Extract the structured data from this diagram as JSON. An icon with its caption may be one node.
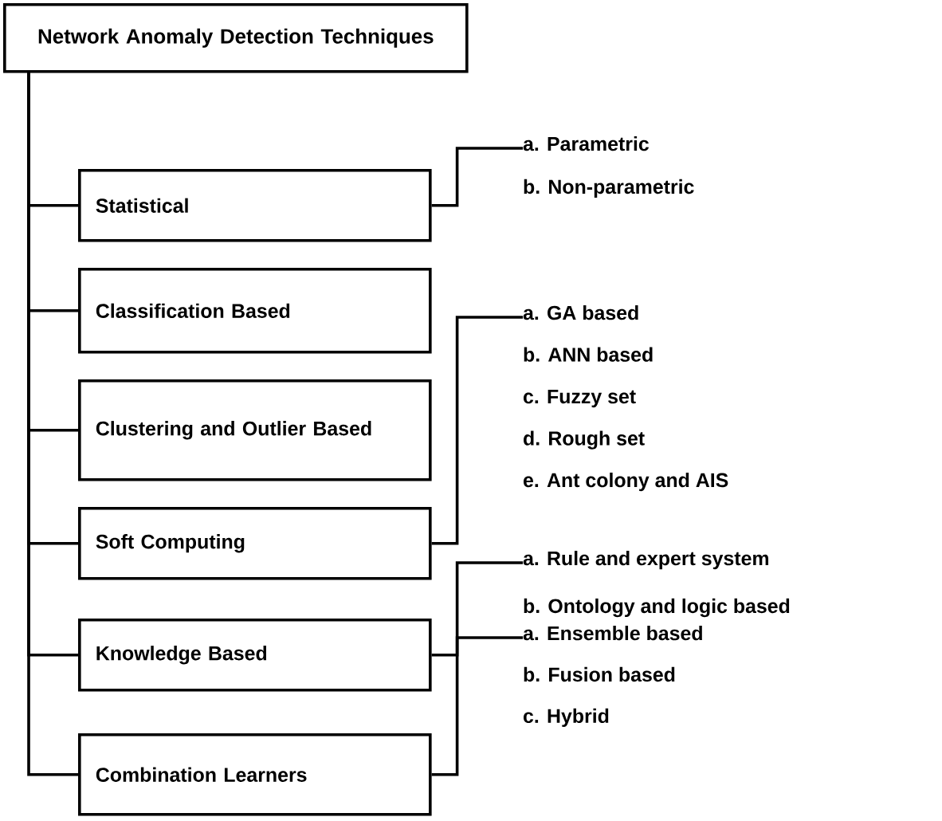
{
  "diagram": {
    "nodes": [
      {
        "text": [
          "Network Anomaly Detection Techniques"
        ]
      },
      {
        "text": [
          "Statistical"
        ]
      },
      {
        "text": [
          "Classification Based"
        ]
      },
      {
        "text": [
          "Clustering and Outlier Based"
        ]
      },
      {
        "text": [
          "Soft Computing"
        ]
      },
      {
        "text": [
          "Knowledge Based"
        ]
      },
      {
        "text": [
          "Combination Learners"
        ]
      },
      {
        "text": [
          "a. Parametric",
          "b. Non-parametric"
        ]
      },
      {
        "text": [
          "a. GA based",
          "b. ANN based",
          "c. Fuzzy set",
          "d. Rough set",
          "e. Ant colony and AIS"
        ]
      },
      {
        "text": [
          "a. Rule and expert system",
          "b. Ontology and logic based"
        ]
      },
      {
        "text": [
          "a. Ensemble based",
          "b. Fusion based",
          "c. Hybrid"
        ]
      }
    ],
    "edges": [
      {
        "from": 0,
        "to": 1,
        "arrow": "none"
      },
      {
        "from": 0,
        "to": 2,
        "arrow": "none"
      },
      {
        "from": 0,
        "to": 3,
        "arrow": "none"
      },
      {
        "from": 0,
        "to": 4,
        "arrow": "none"
      },
      {
        "from": 0,
        "to": 5,
        "arrow": "none"
      },
      {
        "from": 0,
        "to": 6,
        "arrow": "none"
      },
      {
        "from": 1,
        "to": 7,
        "arrow": "none"
      },
      {
        "from": 4,
        "to": 8,
        "arrow": "none"
      },
      {
        "from": 5,
        "to": 9,
        "arrow": "none"
      },
      {
        "from": 6,
        "to": 10,
        "arrow": "none"
      }
    ]
  }
}
